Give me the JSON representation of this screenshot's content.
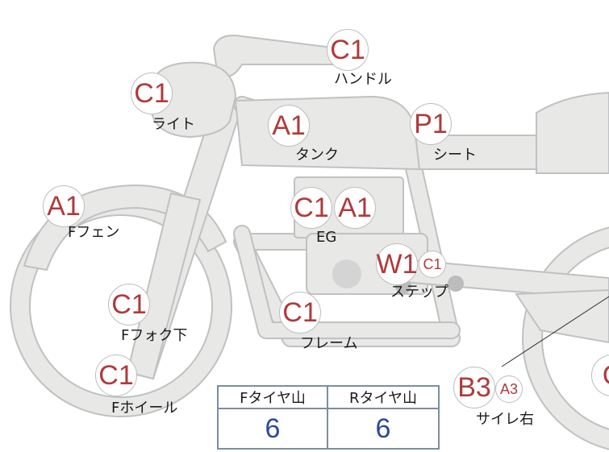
{
  "parts": [
    {
      "id": "handle",
      "codes": [
        "C1"
      ],
      "label": "ハンドル"
    },
    {
      "id": "light",
      "codes": [
        "C1"
      ],
      "label": "ライト"
    },
    {
      "id": "tank",
      "codes": [
        "A1"
      ],
      "label": "タンク"
    },
    {
      "id": "seat",
      "codes": [
        "P1"
      ],
      "label": "シート"
    },
    {
      "id": "ffender",
      "codes": [
        "A1"
      ],
      "label": "Fフェン"
    },
    {
      "id": "engine",
      "codes": [
        "C1",
        "A1"
      ],
      "label": "EG"
    },
    {
      "id": "step",
      "codes": [
        "W1",
        "C1"
      ],
      "label": "ステップ"
    },
    {
      "id": "ffork",
      "codes": [
        "C1"
      ],
      "label": "Fフォク下"
    },
    {
      "id": "frame",
      "codes": [
        "C1"
      ],
      "label": "フレーム"
    },
    {
      "id": "fwheel",
      "codes": [
        "C1"
      ],
      "label": "Fホイール"
    },
    {
      "id": "muffler-right",
      "codes": [
        "B3",
        "A3"
      ],
      "label": "サイレ右"
    },
    {
      "id": "cutoff-right",
      "codes": [
        "C"
      ],
      "label": ""
    }
  ],
  "tire_table": {
    "headers": [
      "Fタイヤ山",
      "Rタイヤ山"
    ],
    "values": [
      "6",
      "6"
    ]
  },
  "colors": {
    "code_text": "#b03a3a",
    "value_text": "#2c4a9a",
    "part_fill": "#e8e8e6",
    "part_stroke": "#bfc1c2",
    "table_border": "#7a8ea0"
  }
}
